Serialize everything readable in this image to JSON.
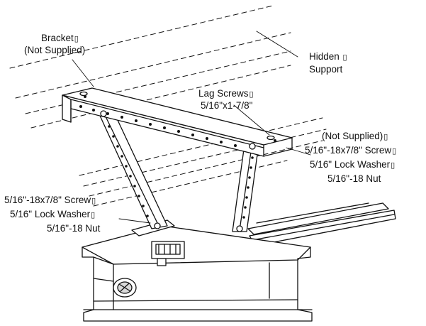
{
  "labels": {
    "bracket": {
      "line1": "Bracket",
      "line2": "(Not Supplied)"
    },
    "hidden_support": {
      "line1": "Hidden",
      "line2": "Support"
    },
    "lag_screws": {
      "line1": "Lag Screws",
      "line2": "5/16\"x1-7/8\""
    },
    "right_hardware": {
      "line1": "(Not Supplied)",
      "line2": "5/16\"-18x7/8\" Screw",
      "line3": "5/16\" Lock Washer",
      "line4": "5/16\"-18 Nut"
    },
    "left_hardware": {
      "line1": "5/16\"-18x7/8\" Screw",
      "line2": "5/16\" Lock Washer",
      "line3": "5/16\"-18 Nut"
    },
    "box_glyph": "▯"
  },
  "colors": {
    "ink": "#111111",
    "paper": "#ffffff",
    "shade": "#d9d9d9"
  }
}
